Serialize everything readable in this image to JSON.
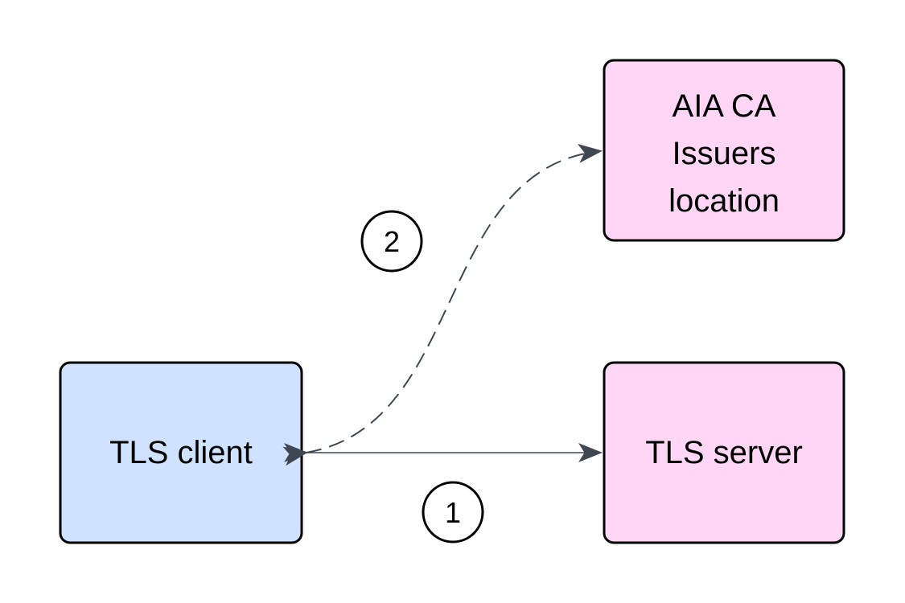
{
  "diagram": {
    "nodes": {
      "tls_client": {
        "label": "TLS client",
        "fill": "#cfe2ff"
      },
      "tls_server": {
        "label": "TLS server",
        "fill": "#ffd6f5"
      },
      "aia_ca": {
        "lines": [
          "AIA CA",
          "Issuers",
          "location"
        ],
        "fill": "#ffd6f5"
      }
    },
    "steps": {
      "step1": "1",
      "step2": "2"
    },
    "colors": {
      "border": "#000000",
      "arrow": "#3f4753"
    }
  }
}
